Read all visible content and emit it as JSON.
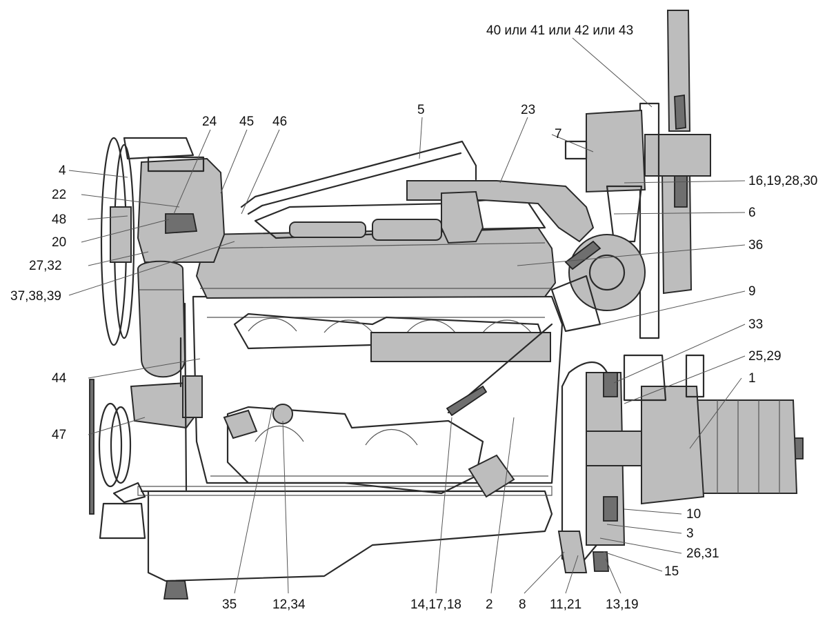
{
  "callouts": [
    {
      "id": "40",
      "text": "40 или 41 или 42 или 43"
    },
    {
      "id": "24",
      "text": "24"
    },
    {
      "id": "45",
      "text": "45"
    },
    {
      "id": "46",
      "text": "46"
    },
    {
      "id": "5",
      "text": "5"
    },
    {
      "id": "23",
      "text": "23"
    },
    {
      "id": "7",
      "text": "7"
    },
    {
      "id": "4",
      "text": "4"
    },
    {
      "id": "22",
      "text": "22"
    },
    {
      "id": "48",
      "text": "48"
    },
    {
      "id": "20",
      "text": "20"
    },
    {
      "id": "27",
      "text": "27,32"
    },
    {
      "id": "37",
      "text": "37,38,39"
    },
    {
      "id": "16",
      "text": "16,19,28,30"
    },
    {
      "id": "6",
      "text": "6"
    },
    {
      "id": "36",
      "text": "36"
    },
    {
      "id": "9",
      "text": "9"
    },
    {
      "id": "33",
      "text": "33"
    },
    {
      "id": "25",
      "text": "25,29"
    },
    {
      "id": "1",
      "text": "1"
    },
    {
      "id": "44",
      "text": "44"
    },
    {
      "id": "47",
      "text": "47"
    },
    {
      "id": "10",
      "text": "10"
    },
    {
      "id": "3",
      "text": "3"
    },
    {
      "id": "26",
      "text": "26,31"
    },
    {
      "id": "15",
      "text": "15"
    },
    {
      "id": "35",
      "text": "35"
    },
    {
      "id": "12",
      "text": "12,34"
    },
    {
      "id": "14",
      "text": "14,17,18"
    },
    {
      "id": "2",
      "text": "2"
    },
    {
      "id": "8",
      "text": "8"
    },
    {
      "id": "11",
      "text": "11,21"
    },
    {
      "id": "13",
      "text": "13,19"
    }
  ]
}
